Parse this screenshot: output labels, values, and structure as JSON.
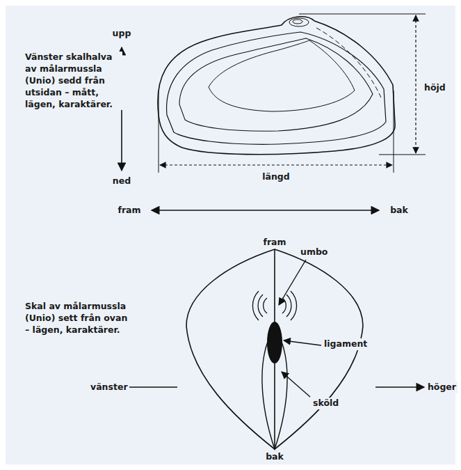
{
  "diagram": {
    "labels": [
      "Vänster skalhalva av målarmussla (Unio) sedd från utsidan – mått, lägen, karaktärer.",
      "upp",
      "ned",
      "höjd",
      "längd",
      "fram",
      "bak",
      "Skal av målarmussla (Unio) sett från ovan – lägen, karaktärer.",
      "fram",
      "umbo",
      "ligament",
      "vänster",
      "höger",
      "sköld",
      "bak"
    ]
  }
}
